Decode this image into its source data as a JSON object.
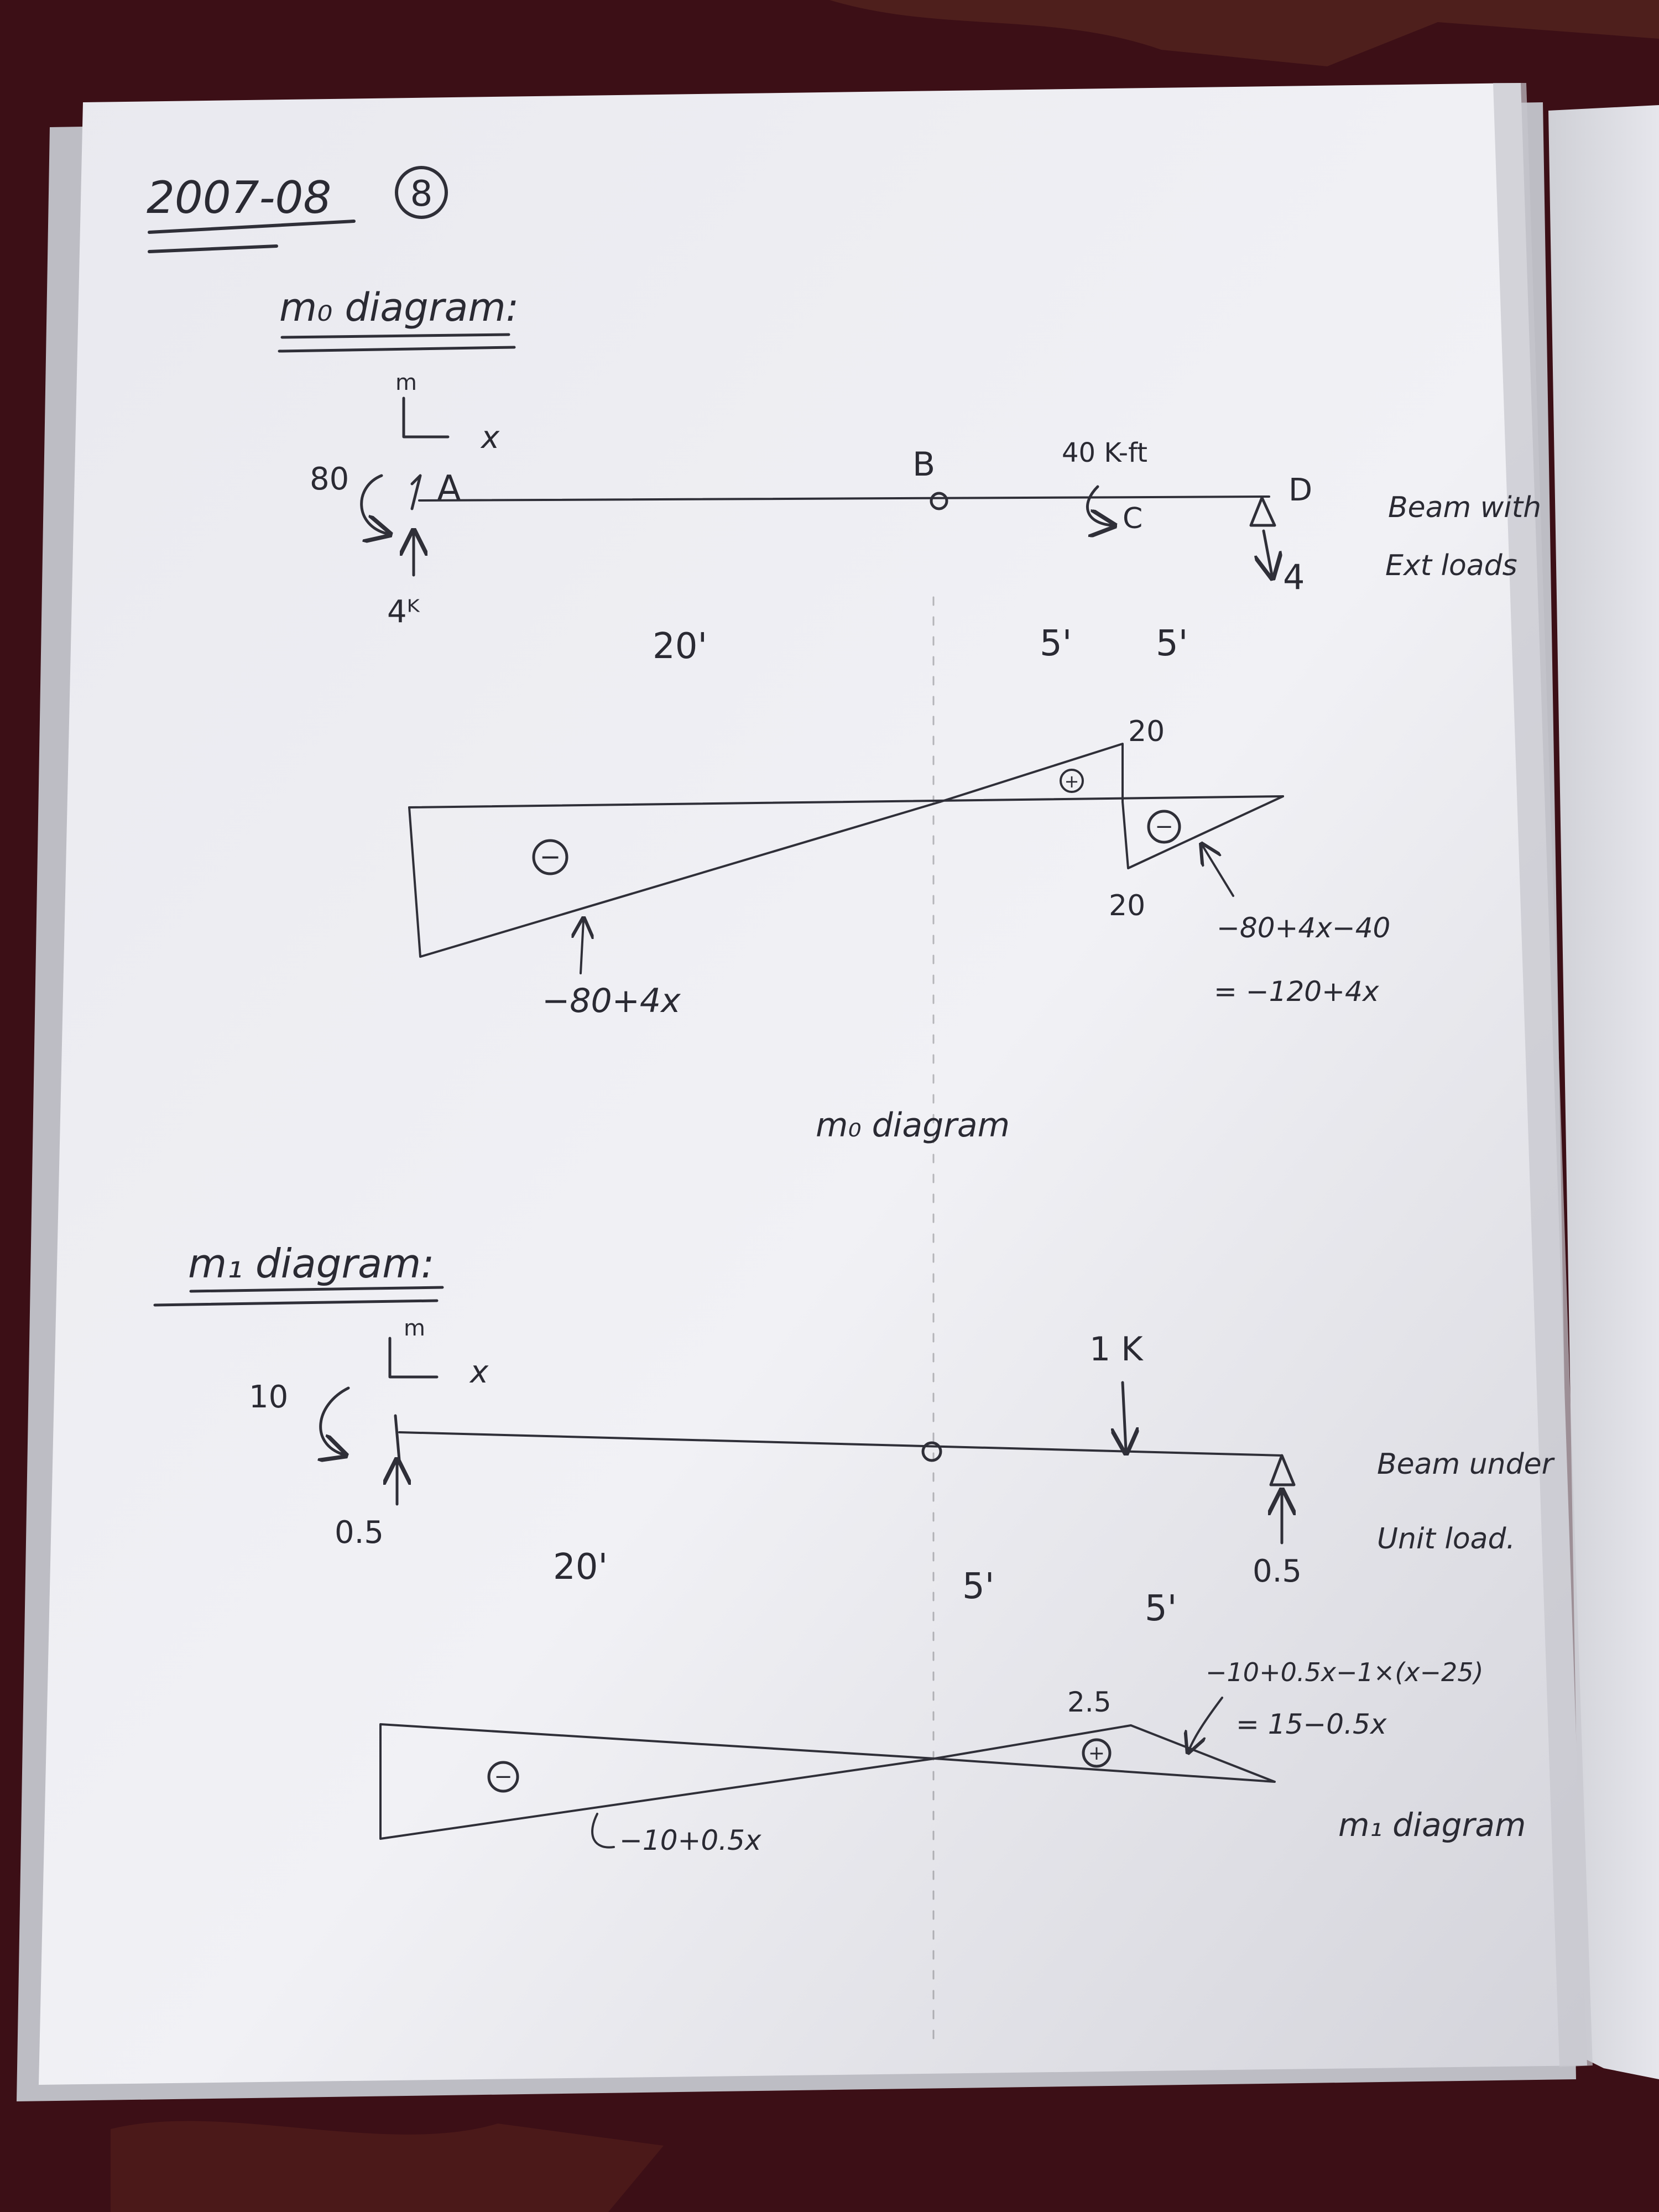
{
  "header": {
    "date": "2007-08",
    "circled_number": "8"
  },
  "mo_section": {
    "heading": "m₀ diagram:",
    "axes": {
      "x_label": "x",
      "y_label": "m"
    },
    "support_a": {
      "moment": "80",
      "label": "A",
      "reaction": "4ᴷ"
    },
    "hinge_b": {
      "label": "B"
    },
    "point_c": {
      "label": "C",
      "moment": "40 K-ft"
    },
    "support_d": {
      "label": "D",
      "reaction": "4"
    },
    "caption": [
      "Beam with",
      "Ext loads"
    ],
    "spans": [
      "20'",
      "5'",
      "5'"
    ],
    "diagram": {
      "top_value": "20",
      "bottom_value": "20",
      "signs": {
        "left": "−",
        "mid": "+",
        "right": "−"
      },
      "eq_left": "−80+4x",
      "eq_right_1": "−80+4x−40",
      "eq_right_2": "= −120+4x",
      "title": "m₀ diagram"
    }
  },
  "m1_section": {
    "heading": "m₁ diagram:",
    "axes": {
      "x_label": "x",
      "y_label": "m"
    },
    "support_a": {
      "moment": "10",
      "reaction": "0.5"
    },
    "load": "1 K",
    "support_d": {
      "reaction": "0.5"
    },
    "caption": [
      "Beam under",
      "Unit load."
    ],
    "spans": [
      "20'",
      "5'",
      "5'"
    ],
    "diagram": {
      "peak_value": "2.5",
      "signs": {
        "left": "−",
        "right": "+"
      },
      "eq_left": "−10+0.5x",
      "eq_right_1": "−10+0.5x−1×(x−25)",
      "eq_right_2": "= 15−0.5x",
      "title": "m₁ diagram"
    }
  }
}
